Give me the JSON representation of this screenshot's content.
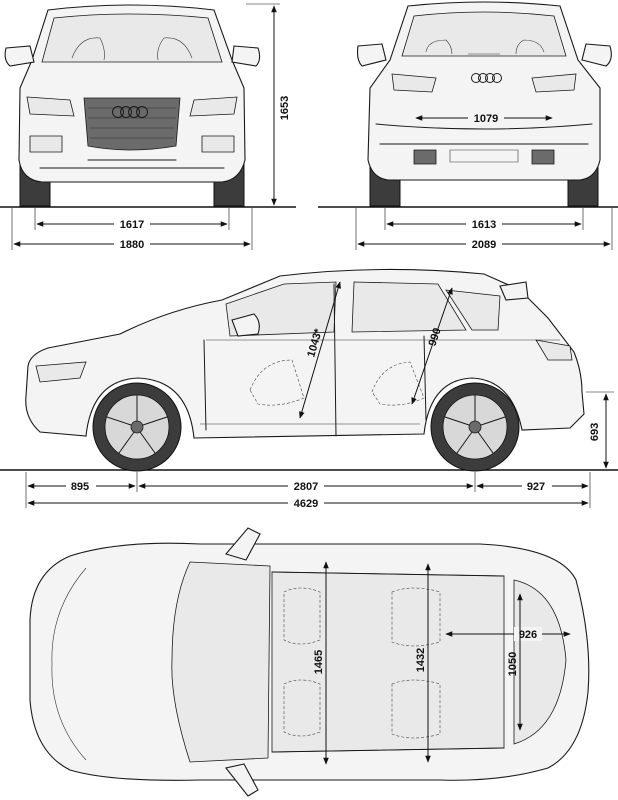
{
  "front_view": {
    "height_label": "1653",
    "track_label": "1617",
    "width_label": "1880"
  },
  "rear_view": {
    "interior_width_label": "1079",
    "track_label": "1613",
    "width_mirrors_label": "2089"
  },
  "side_view": {
    "front_overhang_label": "895",
    "wheelbase_label": "2807",
    "rear_overhang_label": "927",
    "length_label": "4629",
    "front_headroom_label": "1043*",
    "rear_headroom_label": "990",
    "load_height_label": "693"
  },
  "top_view": {
    "front_shoulder_label": "1465",
    "rear_shoulder_label": "1432",
    "cargo_length_label": "926",
    "cargo_width_label": "1050"
  }
}
